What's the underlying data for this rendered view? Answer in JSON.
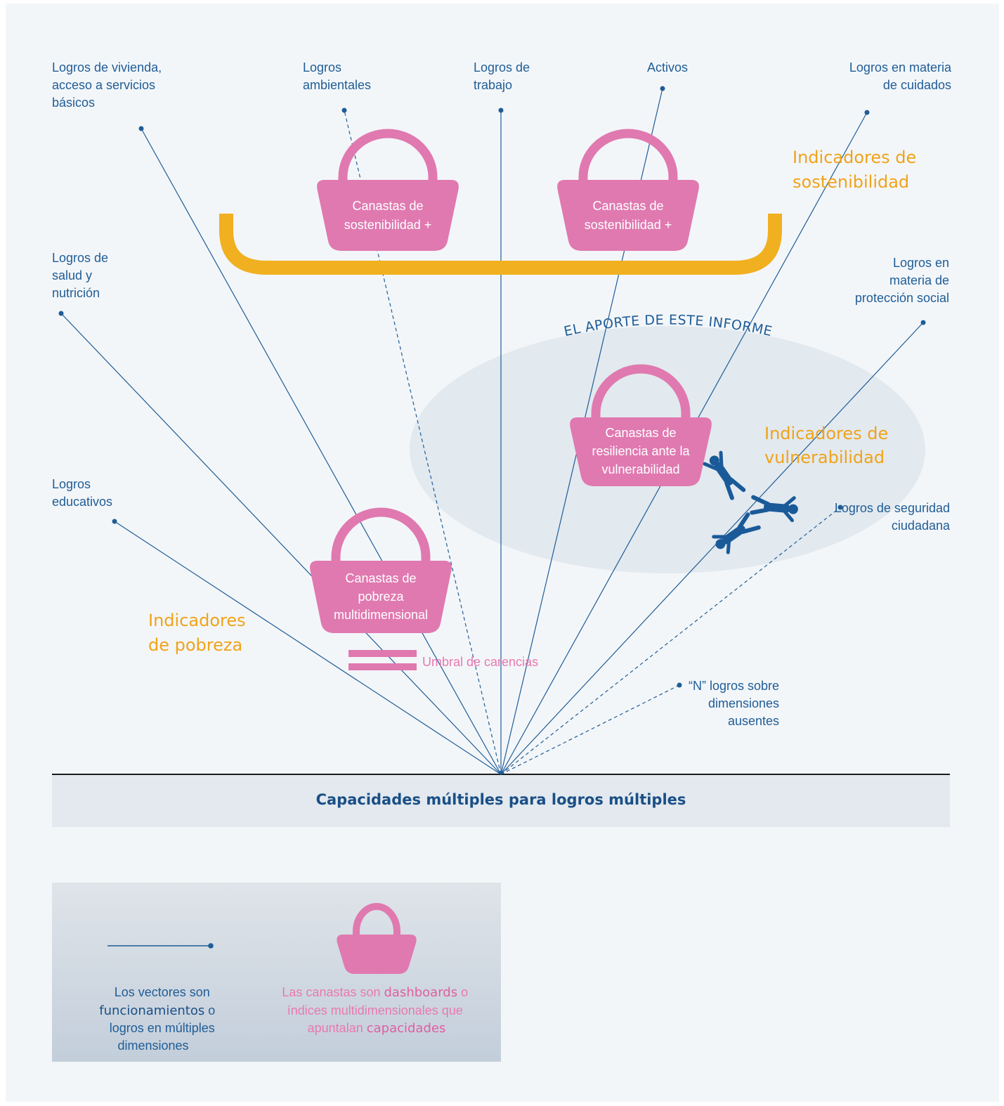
{
  "vectors": [
    {
      "id": "educativos",
      "lines": [
        "Logros",
        "educativos"
      ]
    },
    {
      "id": "salud",
      "lines": [
        "Logros de",
        "salud y",
        "nutrición"
      ]
    },
    {
      "id": "vivienda",
      "lines": [
        "Logros de vivienda,",
        "acceso a servicios",
        "básicos"
      ]
    },
    {
      "id": "ambientales",
      "lines": [
        "Logros",
        "ambientales"
      ]
    },
    {
      "id": "trabajo",
      "lines": [
        "Logros de",
        "trabajo"
      ]
    },
    {
      "id": "activos",
      "lines": [
        "Activos"
      ]
    },
    {
      "id": "cuidados",
      "lines": [
        "Logros en materia",
        "de cuidados"
      ]
    },
    {
      "id": "proteccion",
      "lines": [
        "Logros en",
        "materia de",
        "protección social"
      ]
    },
    {
      "id": "seguridad",
      "lines": [
        "Logros de seguridad",
        "ciudadana"
      ]
    },
    {
      "id": "ausentes",
      "lines": [
        "“N” logros sobre",
        "dimensiones",
        "ausentes"
      ]
    }
  ],
  "baskets": {
    "sost1": [
      "Canastas de",
      "sostenibilidad +"
    ],
    "sost2": [
      "Canastas de",
      "sostenibilidad +"
    ],
    "resiliencia": [
      "Canastas de",
      "resiliencia ante la",
      "vulnerabilidad"
    ],
    "pobreza": [
      "Canastas de",
      "pobreza",
      "multidimensional"
    ]
  },
  "indicators": {
    "sostenibilidad": [
      "Indicadores de",
      "sostenibilidad"
    ],
    "vulnerabilidad": [
      "Indicadores de",
      "vulnerabilidad"
    ],
    "pobreza": [
      "Indicadores",
      "de pobreza"
    ]
  },
  "aporte_label": "EL APORTE DE ESTE INFORME",
  "umbral_label": "Umbral de carencias",
  "base_label": "Capacidades múltiples para logros múltiples",
  "legend": {
    "vectors": {
      "l1": "Los vectores son",
      "bold": "funcionamientos",
      "after": " o",
      "l3": "logros en múltiples",
      "l4": "dimensiones"
    },
    "baskets": {
      "pre": "Las canastas son ",
      "bold1": "dashboards",
      "post": " o",
      "l2": "índices multidimensionales que",
      "l3pre": "apuntalan ",
      "bold2": "capacidades"
    }
  },
  "colors": {
    "blue": "#1f5d96",
    "pink": "#e079b0",
    "orange": "#f0b020",
    "ellipse": "#e2e9ef",
    "base_band": "#e3e9ef"
  }
}
